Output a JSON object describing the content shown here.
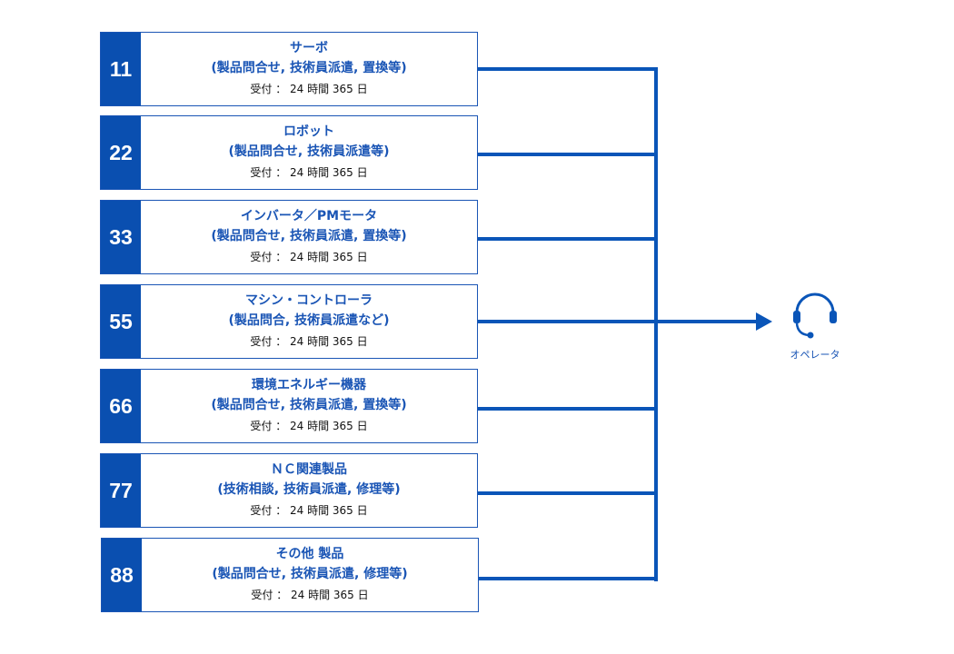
{
  "items": [
    {
      "number": "11",
      "title": "サーボ",
      "subtitle": "(製品問合せ, 技術員派遣, 置換等)",
      "hours": "受付 ： 24 時間 365 日"
    },
    {
      "number": "22",
      "title": "ロボット",
      "subtitle": "(製品問合せ, 技術員派遣等)",
      "hours": "受付 ： 24 時間 365 日"
    },
    {
      "number": "33",
      "title": "インバータ／PMモータ",
      "subtitle": "(製品問合せ, 技術員派遣, 置換等)",
      "hours": "受付 ： 24 時間 365 日"
    },
    {
      "number": "55",
      "title": "マシン・コントローラ",
      "subtitle": "(製品問合, 技術員派遣など)",
      "hours": "受付 ： 24 時間 365 日"
    },
    {
      "number": "66",
      "title": "環境エネルギー機器",
      "subtitle": "(製品問合せ, 技術員派遣, 置換等)",
      "hours": "受付 ： 24 時間 365 日"
    },
    {
      "number": "77",
      "title": "ＮＣ関連製品",
      "subtitle": "(技術相談, 技術員派遣, 修理等)",
      "hours": "受付 ： 24 時間 365 日"
    },
    {
      "number": "88",
      "title": "その他 製品",
      "subtitle": "(製品問合せ, 技術員派遣, 修理等)",
      "hours": "受付 ： 24 時間 365 日"
    }
  ],
  "operator": {
    "label": "オペレータ",
    "icon": "headset-icon"
  },
  "colors": {
    "accent": "#0a4fb0",
    "line": "#0a55b8",
    "text": "#1a55b5"
  }
}
